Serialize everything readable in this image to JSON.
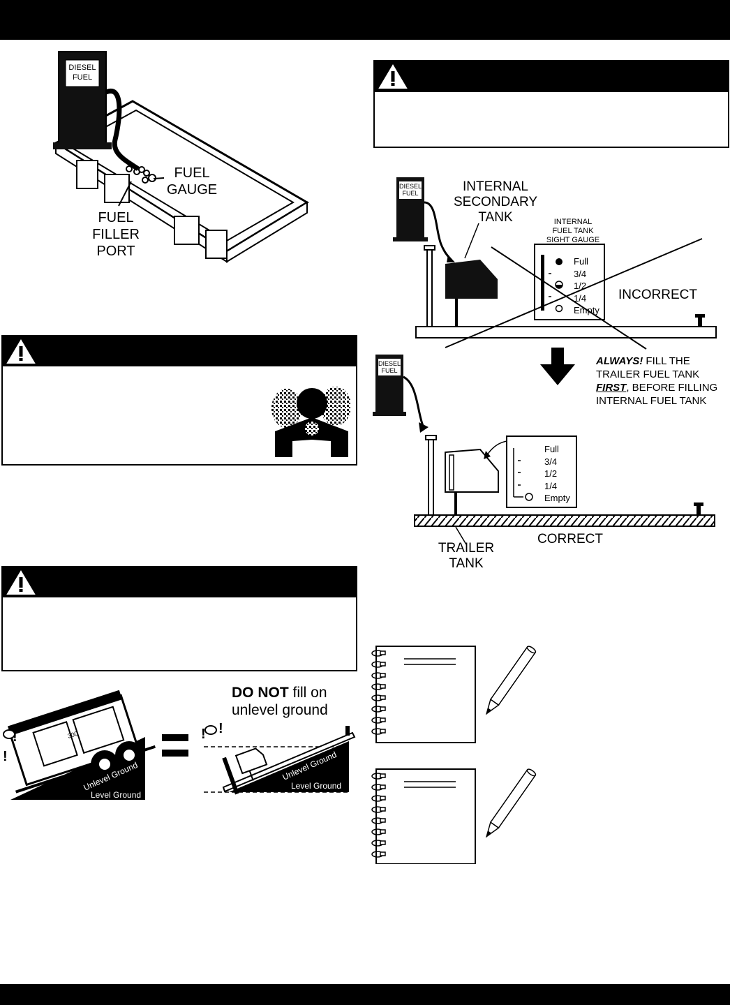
{
  "fig_pump_top": {
    "pump_label_1": "DIESEL",
    "pump_label_2": "FUEL",
    "fuel_gauge_1": "FUEL",
    "fuel_gauge_2": "GAUGE",
    "fuel_filler_1": "FUEL",
    "fuel_filler_2": "FILLER",
    "fuel_filler_3": "PORT"
  },
  "fig_tanks": {
    "pump1_line1": "DIESEL",
    "pump1_line2": "FUEL",
    "pump2_line1": "DIESEL",
    "pump2_line2": "FUEL",
    "internal_line1": "INTERNAL",
    "internal_line2": "SECONDARY",
    "internal_line3": "TANK",
    "sight_line1": "INTERNAL",
    "sight_line2": "FUEL TANK",
    "sight_line3": "SIGHT GAUGE",
    "gauge_levels": [
      "Full",
      "3/4",
      "1/2",
      "1/4",
      "Empty"
    ],
    "incorrect": "INCORRECT",
    "correct": "CORRECT",
    "always": "ALWAYS!",
    "fill_the": " FILL THE",
    "trailer_fuel_tank": "TRAILER FUEL TANK",
    "first": "FIRST",
    "before_filling": ", BEFORE FILLING",
    "internal_fuel_tank": "INTERNAL FUEL TANK",
    "trailer_tank_1": "TRAILER",
    "trailer_tank_2": "TANK"
  },
  "fig_ground": {
    "do_not": "DO NOT",
    "fill_on": " fill on",
    "unlevel_ground": "unlevel ground",
    "slope_unlevel": "Unlevel Ground",
    "slope_level": "Level Ground",
    "generator_model": "300"
  },
  "colors": {
    "ink": "#000000",
    "paper": "#ffffff"
  }
}
